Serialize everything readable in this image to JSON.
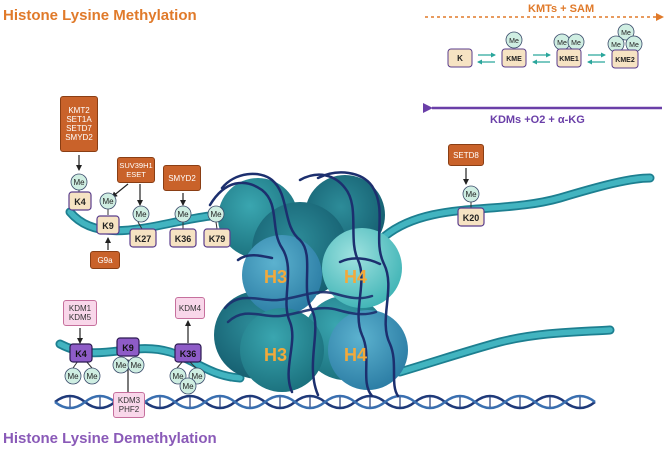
{
  "titles": {
    "methylation": "Histone Lysine Methylation",
    "demethylation": "Histone Lysine Demethylation"
  },
  "arrows": {
    "kmt_label": "KMTs + SAM",
    "kdm_label": "KDMs +O2 + α-KG"
  },
  "legend_states": [
    "K",
    "KME",
    "KME1",
    "KME2"
  ],
  "me_label": "Me",
  "histones": {
    "h3_top": "H3",
    "h4_top": "H4",
    "h3_bottom": "H3",
    "h4_bottom": "H4"
  },
  "methylation_sites": [
    "K4",
    "K9",
    "K27",
    "K36",
    "K79",
    "K20"
  ],
  "demethylation_sites": [
    "K4",
    "K9",
    "K36"
  ],
  "writers": {
    "k4": [
      "KMT2",
      "SET1A",
      "SETD7",
      "SMYD2"
    ],
    "k9_k27": [
      "SUV39H1",
      "ESET"
    ],
    "k9_below": "G9a",
    "k36": "SMYD2",
    "k20": "SETD8"
  },
  "erasers": {
    "k4": [
      "KDM1",
      "KDM5"
    ],
    "k36": "KDM4",
    "k9": [
      "KDM3",
      "PHF2"
    ]
  },
  "colors": {
    "methylation_orange": "#e07a2a",
    "demethylation_purple": "#8a5ab8",
    "writer_box": "#c9622a",
    "eraser_box": "#f9d7ea",
    "lysine_methylated": "#f6e3c3",
    "lysine_demethylated": "#8e5cc7",
    "methyl_group": "#cfeee2",
    "histone_teal": "#2a8a96",
    "dna_navy": "#1f3a7a"
  }
}
